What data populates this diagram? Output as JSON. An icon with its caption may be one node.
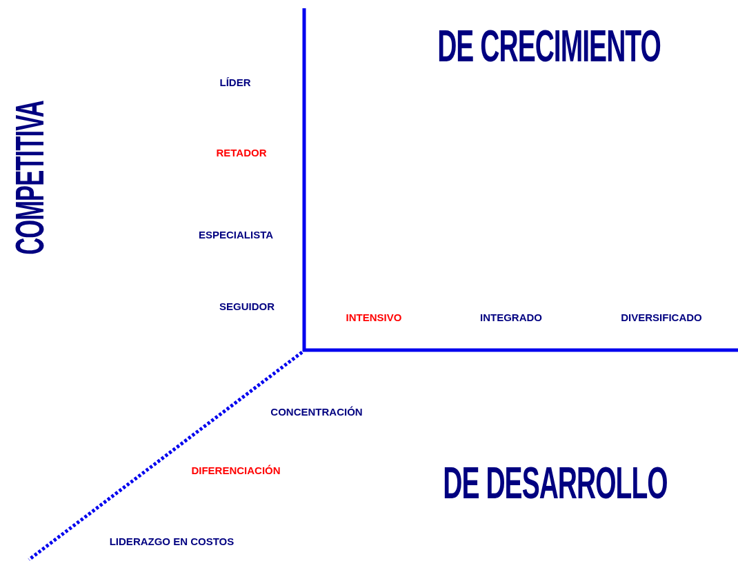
{
  "diagram": {
    "labels": [
      "DE CRECIMIENTO",
      "LÍDER",
      "COMPETITIVA",
      "RETADOR",
      "ESPECIALISTA",
      "SEGUIDOR",
      "INTENSIVO",
      "INTEGRADO",
      "DIVERSIFICADO",
      "CONCENTRACIÓN",
      "DIFERENCIACIÓN",
      "DE DESARROLLO",
      "LIDERAZGO EN COSTOS"
    ]
  }
}
